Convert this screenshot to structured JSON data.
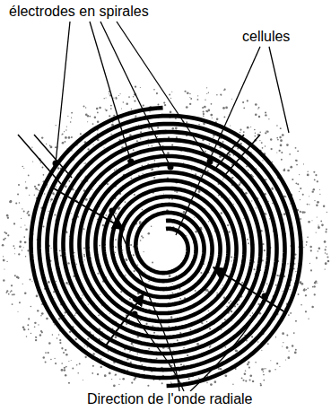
{
  "diagram": {
    "labels": [
      "électrodes en spirales",
      "cellules",
      "Direction de l'onde radiale"
    ]
  }
}
